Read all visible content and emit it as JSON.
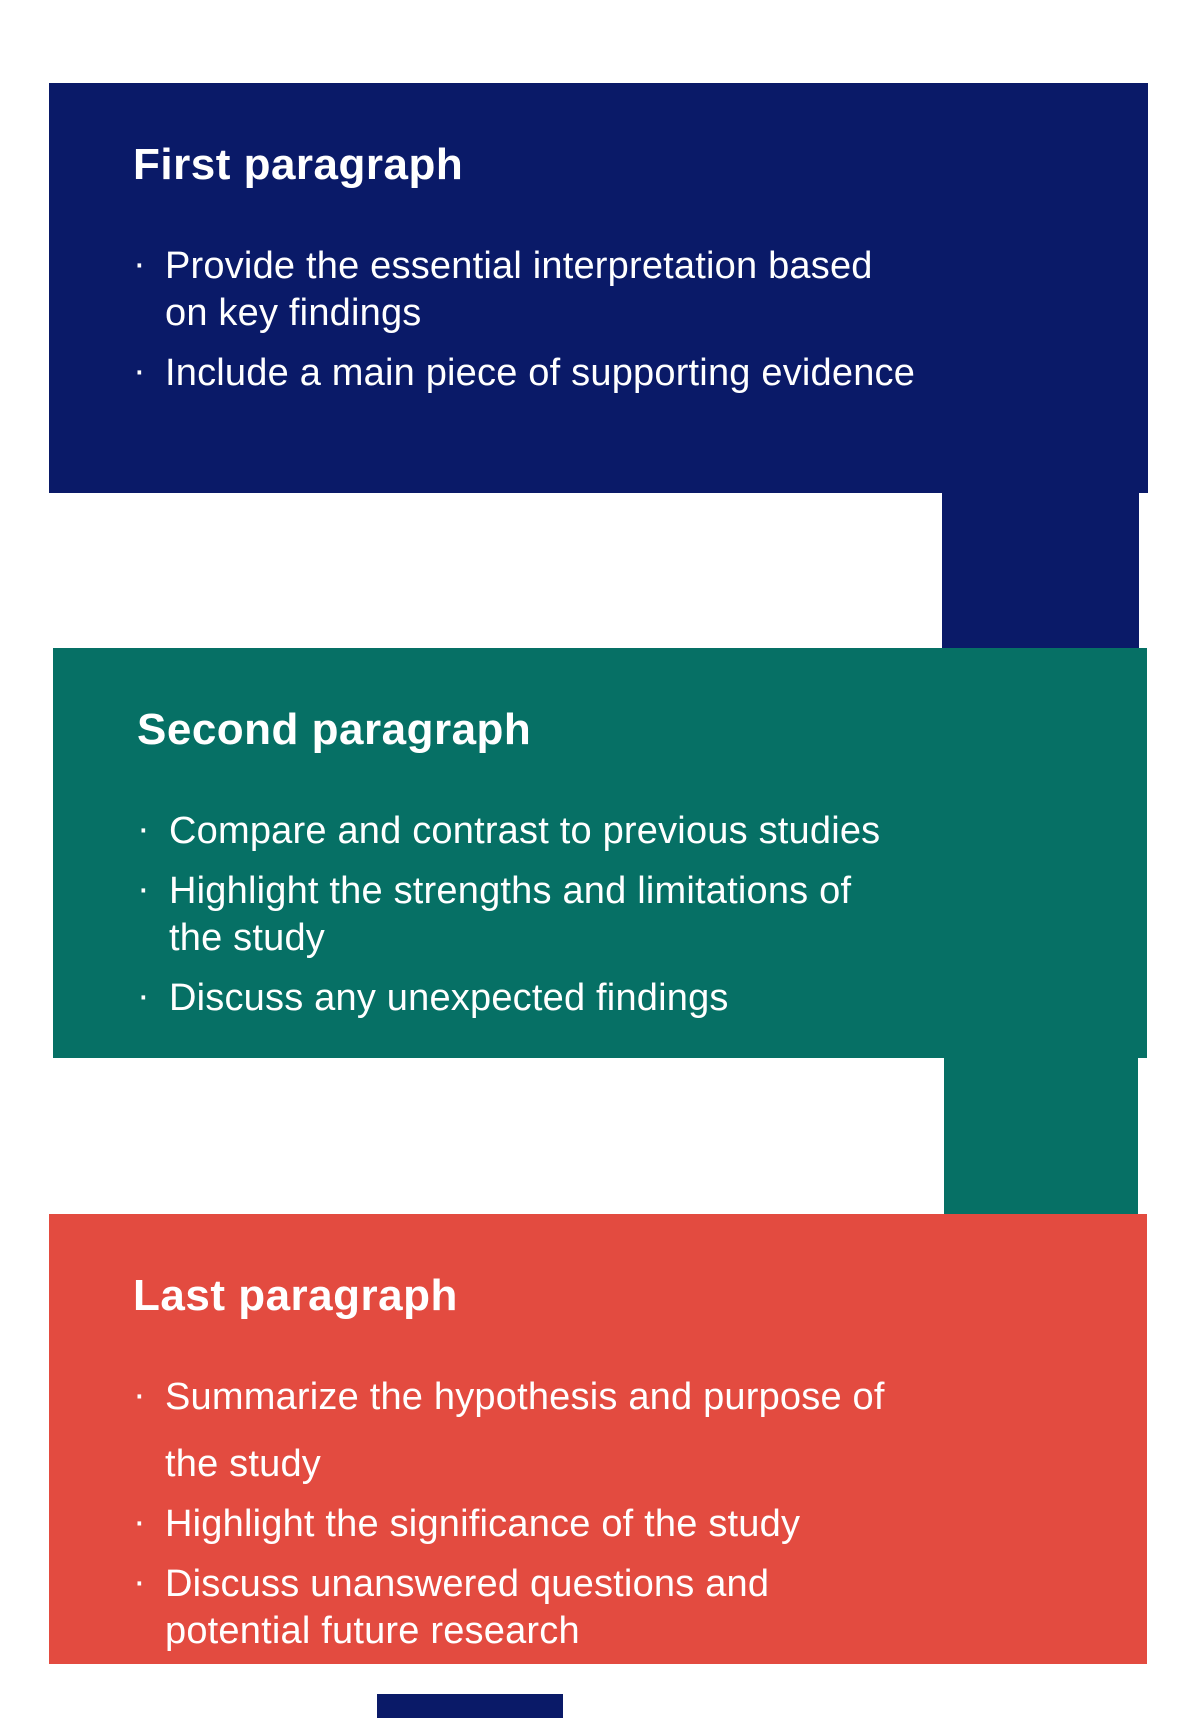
{
  "page": {
    "background": "#ffffff"
  },
  "colors": {
    "navy": "#0a1a68",
    "teal": "#067065",
    "red": "#e34b40",
    "text": "#ffffff"
  },
  "bullet_char": "·",
  "blocks": [
    {
      "id": "first",
      "title": "First paragraph",
      "color_key": "navy",
      "bullets": [
        {
          "lines": [
            "Provide the essential interpretation based",
            "on key findings"
          ]
        },
        {
          "lines": [
            "Include a main piece of supporting evidence"
          ]
        }
      ]
    },
    {
      "id": "second",
      "title": "Second paragraph",
      "color_key": "teal",
      "bullets": [
        {
          "lines": [
            "Compare and contrast to previous studies"
          ]
        },
        {
          "lines": [
            "Highlight the strengths and limitations of",
            "the study"
          ]
        },
        {
          "lines": [
            "Discuss any unexpected findings"
          ]
        }
      ]
    },
    {
      "id": "last",
      "title": "Last paragraph",
      "color_key": "red",
      "bullets": [
        {
          "lines": [
            "Summarize the hypothesis and purpose of",
            "the study"
          ],
          "spaced": true
        },
        {
          "lines": [
            "Highlight the significance of the study"
          ]
        },
        {
          "lines": [
            "Discuss unanswered questions and",
            "potential future research"
          ]
        }
      ]
    }
  ]
}
